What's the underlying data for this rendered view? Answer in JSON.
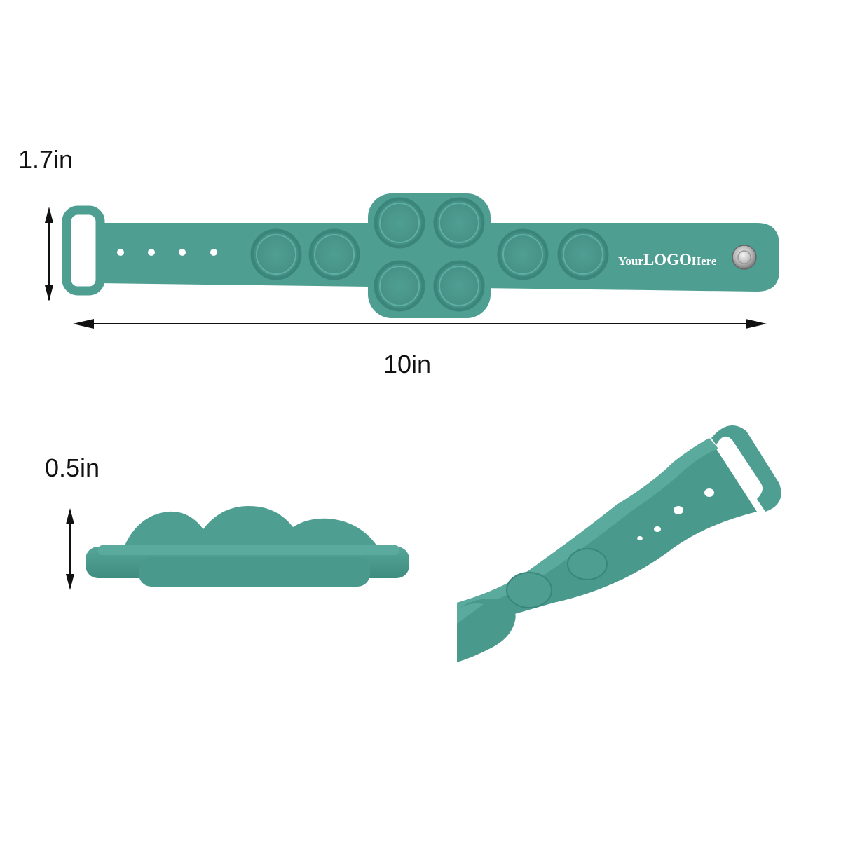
{
  "dimensions": {
    "height_label": "1.7in",
    "length_label": "10in",
    "thickness_label": "0.5in"
  },
  "product": {
    "logo_text": "YourLOGOHere",
    "logo_parts": [
      "Your",
      "LOGO",
      "Here"
    ],
    "color": "#4e9e92",
    "color_dark": "#3b867a",
    "color_light": "#5cb0a4"
  }
}
